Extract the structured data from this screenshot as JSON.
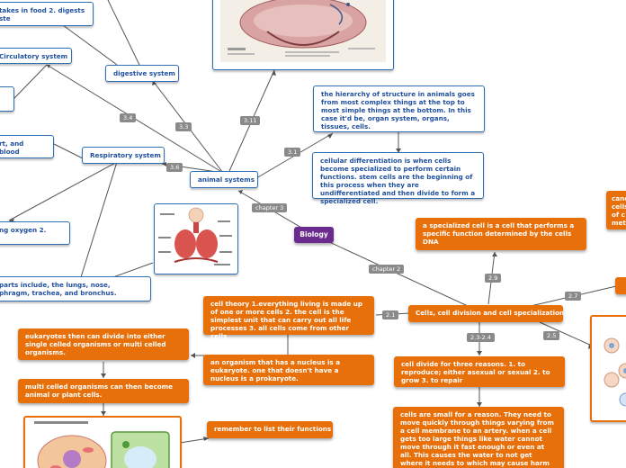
{
  "root": {
    "label": "Biology"
  },
  "branches": {
    "chapter3": "chapter 3",
    "chapter2": "chapter 2"
  },
  "animal_systems": {
    "label": "animal systems"
  },
  "digestive": {
    "label": "digestive system",
    "tag": "3.3"
  },
  "food_node": {
    "label": "takes in food 2. digests\nste"
  },
  "circulatory": {
    "label": "Circulatory system",
    "tag": "3.4"
  },
  "heart_node": {
    "label": "rt, and blood"
  },
  "respiratory": {
    "label": "Respiratory system",
    "tag": "3.6"
  },
  "oxygen_node": {
    "label": "ng oxygen 2."
  },
  "parts_node": {
    "label": "parts include, the lungs, nose,\nphragm, trachea, and bronchus."
  },
  "hierarchy": {
    "label": "the hierarchy of structure in animals goes from most complex things at the top to most simple things at the bottom. In this case it'd be, organ system, organs, tissues, cells.",
    "tag": "3.1"
  },
  "differentiation": {
    "label": "cellular differentiation is when cells become specialized to perform certain functions. stem cells are the beginning of this process when they are undifferentiated and then divide to form a specialized cell."
  },
  "tag_311": "3.11",
  "cells": {
    "label": "Cells, cell division and cell specialization"
  },
  "specialized": {
    "label": "a specialized cell is a cell that performs a specific function determined by the cells DNA",
    "tag": "2.9"
  },
  "cancer_node": {
    "label": "canc\ncells\nof c\nmet"
  },
  "tag_27": "2.7",
  "tag_25": "2.5",
  "cell_theory": {
    "label": "cell theory 1.everything living is made up of one or more cells 2. the cell is the simplest unit that can carry out all life processes 3. all cells come from other cells",
    "tag": "2.1"
  },
  "eukaryote": {
    "label": "an organism that has a nucleus is a eukaryote. one that doesn't have a nucleus is a prokaryote."
  },
  "eukaryote_divide": {
    "label": "eukaryotes then can divide into either single celled organisms or multi celled organisms."
  },
  "multicell": {
    "label": "multi celled organisms can then become animal or plant cells."
  },
  "remember": {
    "label": "remember to list their functions"
  },
  "divide": {
    "label": "cell divide for three reasons. 1. to reproduce; either asexual or sexual 2. to grow 3. to repair",
    "tag": "2.3-2.4"
  },
  "small": {
    "label": "cells are small for a reason. They need to move quickly through things varying from a cell membrane to an artery. when a cell gets too large things like water cannot move through it fast enough or even at all. This causes the water to not get where it needs to which may cause harm to the thing"
  }
}
